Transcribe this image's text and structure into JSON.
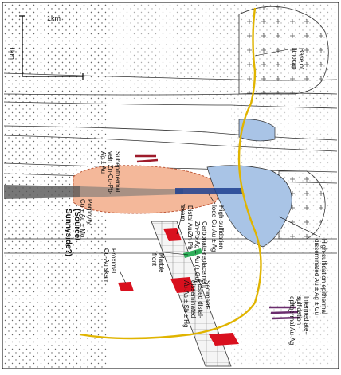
{
  "scale_bar": {
    "vertical": "1km",
    "horizontal": "1km"
  },
  "labels": {
    "base_lithocap": [
      "Base of",
      "lithocap"
    ],
    "subepithermal": [
      "Subepithermal",
      "vein Zn-Cu-Pb-",
      "Ag ± Au"
    ],
    "porphyry": [
      "Porphyry",
      "Cu ± Au ± Mo"
    ],
    "source": [
      "(Source/",
      "Sunnyside?)"
    ],
    "high_sulfidation_lode": [
      "High-sulfidation",
      "lode Cu-Au ± Ag"
    ],
    "high_sulfidation_epithermal": [
      "High-sulfidation epithermal",
      "disseminated Au ± Ag ± Cu"
    ],
    "distal": [
      "Distal Au/Zn-Pb",
      "skarn"
    ],
    "carbonate_replacement": [
      "Carbonate-replacement",
      "Zn-Pb-Ag ± Au (± Cu)"
    ],
    "intermediate_sulfidation": [
      "Intermediate-",
      "sulfidation",
      "epithermal Au-Ag"
    ],
    "proximal": [
      "Proximal",
      "Cu-Au skarn"
    ],
    "marble_front": [
      "Marble",
      "front"
    ],
    "sediment_hosted": [
      "Sediment-",
      "hosted distal-",
      "disseminated",
      "Au-As ± Sb ± Hg"
    ]
  },
  "colors": {
    "base_lithocap_line": "#e0b400",
    "porphyry_fill": "#f4b89a",
    "high_sulfidation_fill": "#a9c4e6",
    "skarn_red": "#d9101e",
    "vein_dark_red": "#9e1b2b",
    "intermediate_vein": "#6b2d6e",
    "marble_front": "#2fae5a",
    "lode_blue": "#1d3f8f"
  }
}
